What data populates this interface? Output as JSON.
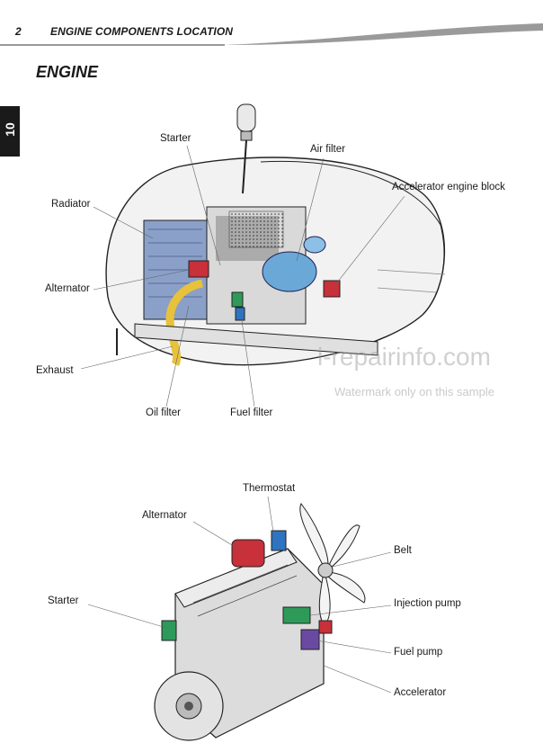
{
  "header": {
    "page_number": "2",
    "section": "ENGINE COMPONENTS LOCATION"
  },
  "chapter_tab": "10",
  "section_title": "ENGINE",
  "figure1_labels": {
    "starter": "Starter",
    "air_filter": "Air filter",
    "accelerator_engine_block": "Accelerator engine block",
    "radiator": "Radiator",
    "alternator": "Alternator",
    "exhaust": "Exhaust",
    "oil_filter": "Oil filter",
    "fuel_filter": "Fuel filter"
  },
  "figure2_labels": {
    "thermostat": "Thermostat",
    "alternator": "Alternator",
    "belt": "Belt",
    "starter": "Starter",
    "injection_pump": "Injection pump",
    "fuel_pump": "Fuel pump",
    "accelerator": "Accelerator"
  },
  "watermark": {
    "site": "i-repairinfo.com",
    "note": "Watermark only on this sample"
  },
  "colors": {
    "red_part": "#c8303a",
    "blue_part": "#2f74c0",
    "green_part": "#2e9a5a",
    "yellow_pipe": "#e8c23a",
    "purple_part": "#6a4aa0"
  }
}
